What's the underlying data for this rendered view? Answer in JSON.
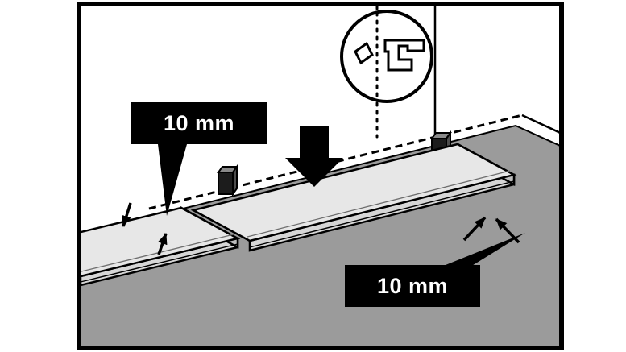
{
  "figure": {
    "type": "installation-instruction-diagram",
    "labels": {
      "left_gap": "10 mm",
      "right_gap": "10 mm"
    },
    "colors": {
      "outline": "#000000",
      "wall": "#ffffff",
      "floor": "#9b9b9b",
      "plank_top": "#e7e7e7",
      "plank_front": "#d6d6d6",
      "plank_end": "#bdbdbd",
      "spacer_front": "#1c1c1c",
      "spacer_top": "#8a8a8a",
      "spacer_side": "#4d4d4d",
      "label_bg": "#000000",
      "label_text": "#ffffff",
      "arrow": "#000000"
    },
    "icons": [
      "press-down-arrow-icon",
      "detail-magnifier-circle",
      "plank-profile-icon",
      "spacer-cross-section-icon",
      "gap-arrow-icon",
      "leader-wedge-icon"
    ]
  }
}
